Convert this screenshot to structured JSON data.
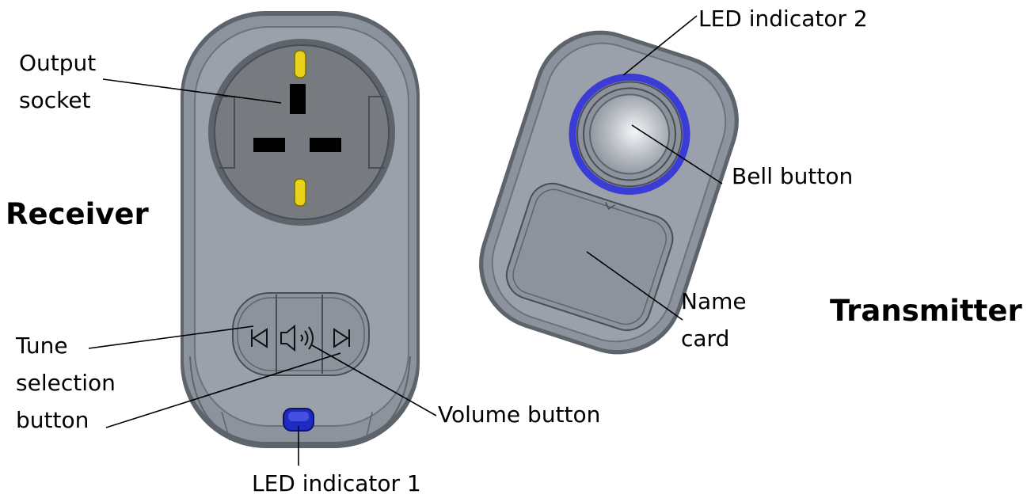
{
  "titles": {
    "receiver": "Receiver",
    "transmitter": "Transmitter"
  },
  "labels": {
    "output_socket": "Output\nsocket",
    "tune_selection_button": "Tune\nselection\nbutton",
    "volume_button": "Volume button",
    "led_indicator_1": "LED indicator 1",
    "led_indicator_2": "LED indicator 2",
    "bell_button": "Bell button",
    "name_card": "Name\ncard"
  },
  "button_icons": [
    "previous-tune-icon",
    "speaker-volume-icon",
    "next-tune-icon"
  ],
  "colors": {
    "housing": "#8c939c",
    "housing_edge": "#5e646c",
    "faceplate": "#9aa1aa",
    "socket_face": "#777b80",
    "socket_pin": "#e8d21a",
    "led": "#1d2bc4",
    "led_ring": "#3b3bd6",
    "leader_line": "#000000"
  }
}
